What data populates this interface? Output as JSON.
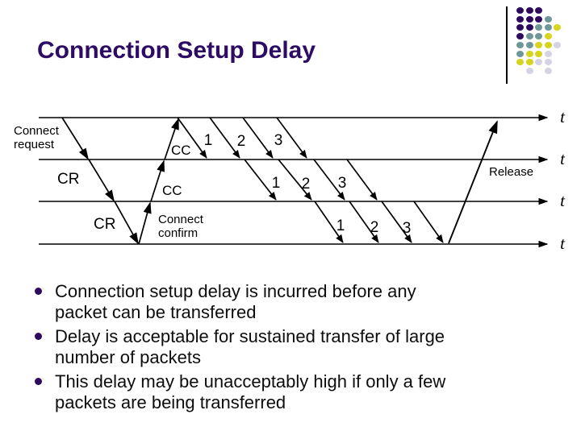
{
  "slide": {
    "title": "Connection Setup Delay",
    "title_color": "#2d0c63",
    "background": "#ffffff"
  },
  "decoration": {
    "colors": {
      "P": "#2d0a5e",
      "T": "#6e9898",
      "Y": "#d6d41c",
      "L": "#d3d3e3"
    },
    "pattern": [
      "PPP..",
      "PPPT.",
      "PPTTY",
      "PTTY.",
      "TTYYL",
      "TYYL.",
      "YYLL.",
      ".L.L."
    ]
  },
  "diagram": {
    "axis_label": "t",
    "labels": {
      "connect_request_line1": "Connect",
      "connect_request_line2": "request",
      "cr": "CR",
      "cc": "CC",
      "connect_confirm_line1": "Connect",
      "connect_confirm_line2": "confirm",
      "release": "Release"
    },
    "packet_numbers": [
      "1",
      "2",
      "3"
    ]
  },
  "bullets": [
    {
      "lines": [
        "Connection setup delay is incurred before any",
        "packet can be transferred"
      ]
    },
    {
      "lines": [
        "Delay is acceptable for sustained transfer of large",
        "number of packets"
      ]
    },
    {
      "lines": [
        "This delay may be unacceptably high if only a few",
        "packets are being transferred"
      ]
    }
  ]
}
